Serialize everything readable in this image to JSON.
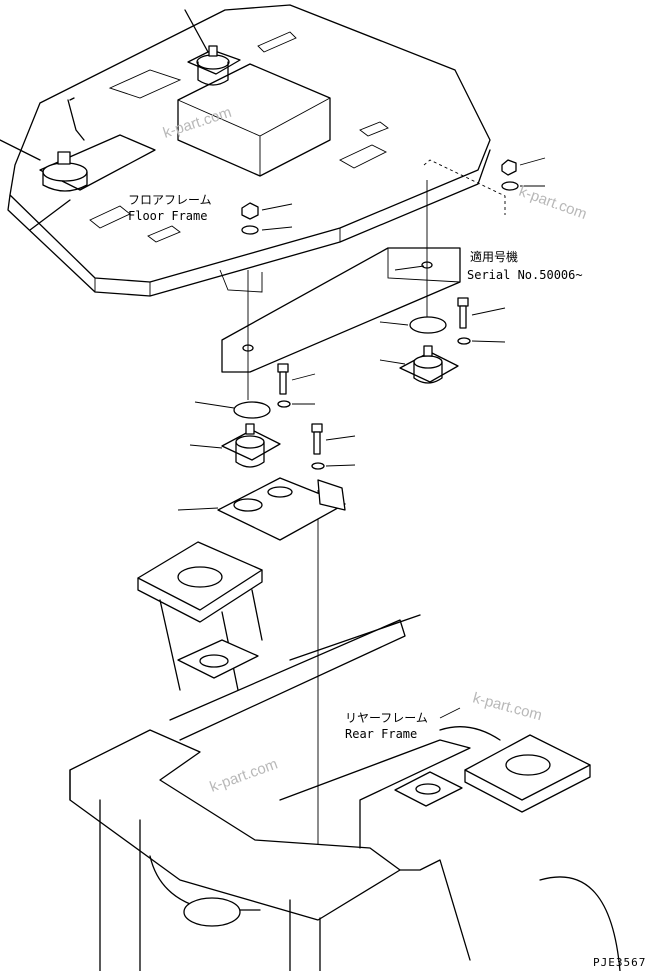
{
  "labels": {
    "floor_frame_jp": "フロアフレーム",
    "floor_frame_en": "Floor Frame",
    "serial_jp": "適用号機",
    "serial_en": "Serial No.50006~",
    "rear_frame_jp": "リヤーフレーム",
    "rear_frame_en": "Rear Frame"
  },
  "watermark": "k-part.com",
  "drawing_code": "PJE3567"
}
